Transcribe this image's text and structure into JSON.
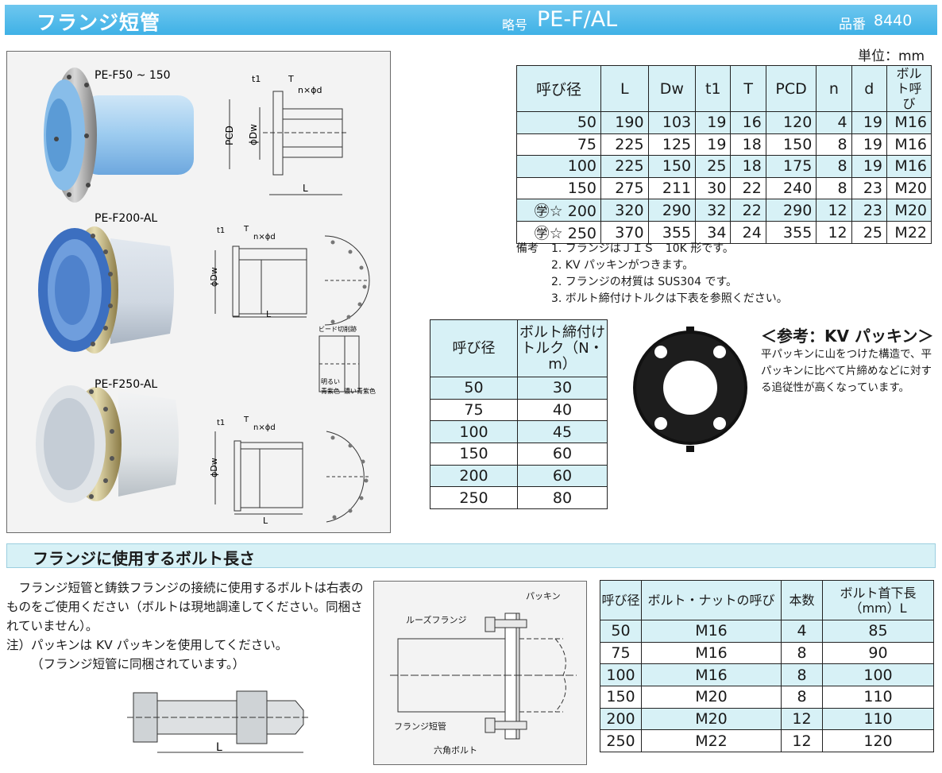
{
  "header": {
    "title": "フランジ短管",
    "code_label": "略号",
    "code": "PE-F/AL",
    "pn_label": "品番",
    "pn": "8440"
  },
  "figures": {
    "f1_label": "PE-F50 ~ 150",
    "f2_label": "PE-F200-AL",
    "f3_label": "PE-F250-AL",
    "labels": {
      "t1": "t1",
      "T": "T",
      "nd": "n×ϕd",
      "pcd": "PCD",
      "dw": "ϕDw",
      "L": "L",
      "bead": "ビード切削跡",
      "light": "明るい",
      "blue": "青紫色",
      "dark": "濃い青紫色"
    }
  },
  "unit": "単位：mm",
  "dim_table": {
    "headers": [
      "呼び径",
      "L",
      "Dw",
      "t1",
      "T",
      "PCD",
      "n",
      "d",
      "ボルト呼び"
    ],
    "rows": [
      [
        "50",
        "190",
        "103",
        "19",
        "16",
        "120",
        "4",
        "19",
        "M16"
      ],
      [
        "75",
        "225",
        "125",
        "19",
        "18",
        "150",
        "8",
        "19",
        "M16"
      ],
      [
        "100",
        "225",
        "150",
        "25",
        "18",
        "175",
        "8",
        "19",
        "M16"
      ],
      [
        "150",
        "275",
        "211",
        "30",
        "22",
        "240",
        "8",
        "23",
        "M20"
      ],
      [
        "㊫☆ 200",
        "320",
        "290",
        "32",
        "22",
        "290",
        "12",
        "23",
        "M20"
      ],
      [
        "㊫☆ 250",
        "370",
        "355",
        "34",
        "24",
        "355",
        "12",
        "25",
        "M22"
      ]
    ]
  },
  "notes": {
    "label": "備考",
    "items": [
      "1. フランジはＪＩＳ　10K 形です。",
      "2. KV パッキンがつきます。",
      "2. フランジの材質は SUS304 です。",
      "3. ボルト締付けトルクは下表を参照ください。"
    ]
  },
  "torque_table": {
    "headers": [
      "呼び径",
      "ボルト締付けトルク（N・m）"
    ],
    "rows": [
      [
        "50",
        "30"
      ],
      [
        "75",
        "40"
      ],
      [
        "100",
        "45"
      ],
      [
        "150",
        "60"
      ],
      [
        "200",
        "60"
      ],
      [
        "250",
        "80"
      ]
    ]
  },
  "kv": {
    "title": "＜参考：KV パッキン＞",
    "desc": "平パッキンに山をつけた構造で、平パッキンに比べて片締めなどに対する追従性が高くなっています。"
  },
  "section2": {
    "title": "フランジに使用するボルト長さ",
    "paragraph": "フランジ短管と鋳鉄フランジの接続に使用するボルトは右表のものをご使用ください（ボルトは現地調達してください。同梱されていません）。",
    "note1": "注）パッキンは KV パッキンを使用してください。",
    "note2": "（フランジ短管に同梱されています。）",
    "bolt_L": "L"
  },
  "bolt_diagram": {
    "packing": "パッキン",
    "loose_flange": "ルーズフランジ",
    "flange_pipe": "フランジ短管",
    "hex_bolt": "六角ボルト"
  },
  "length_table": {
    "headers": [
      "呼び径",
      "ボルト・ナットの呼び",
      "本数",
      "ボルト首下長（mm）L"
    ],
    "rows": [
      [
        "50",
        "M16",
        "4",
        "85"
      ],
      [
        "75",
        "M16",
        "8",
        "90"
      ],
      [
        "100",
        "M16",
        "8",
        "100"
      ],
      [
        "150",
        "M20",
        "8",
        "110"
      ],
      [
        "200",
        "M20",
        "12",
        "110"
      ],
      [
        "250",
        "M22",
        "12",
        "120"
      ]
    ]
  }
}
